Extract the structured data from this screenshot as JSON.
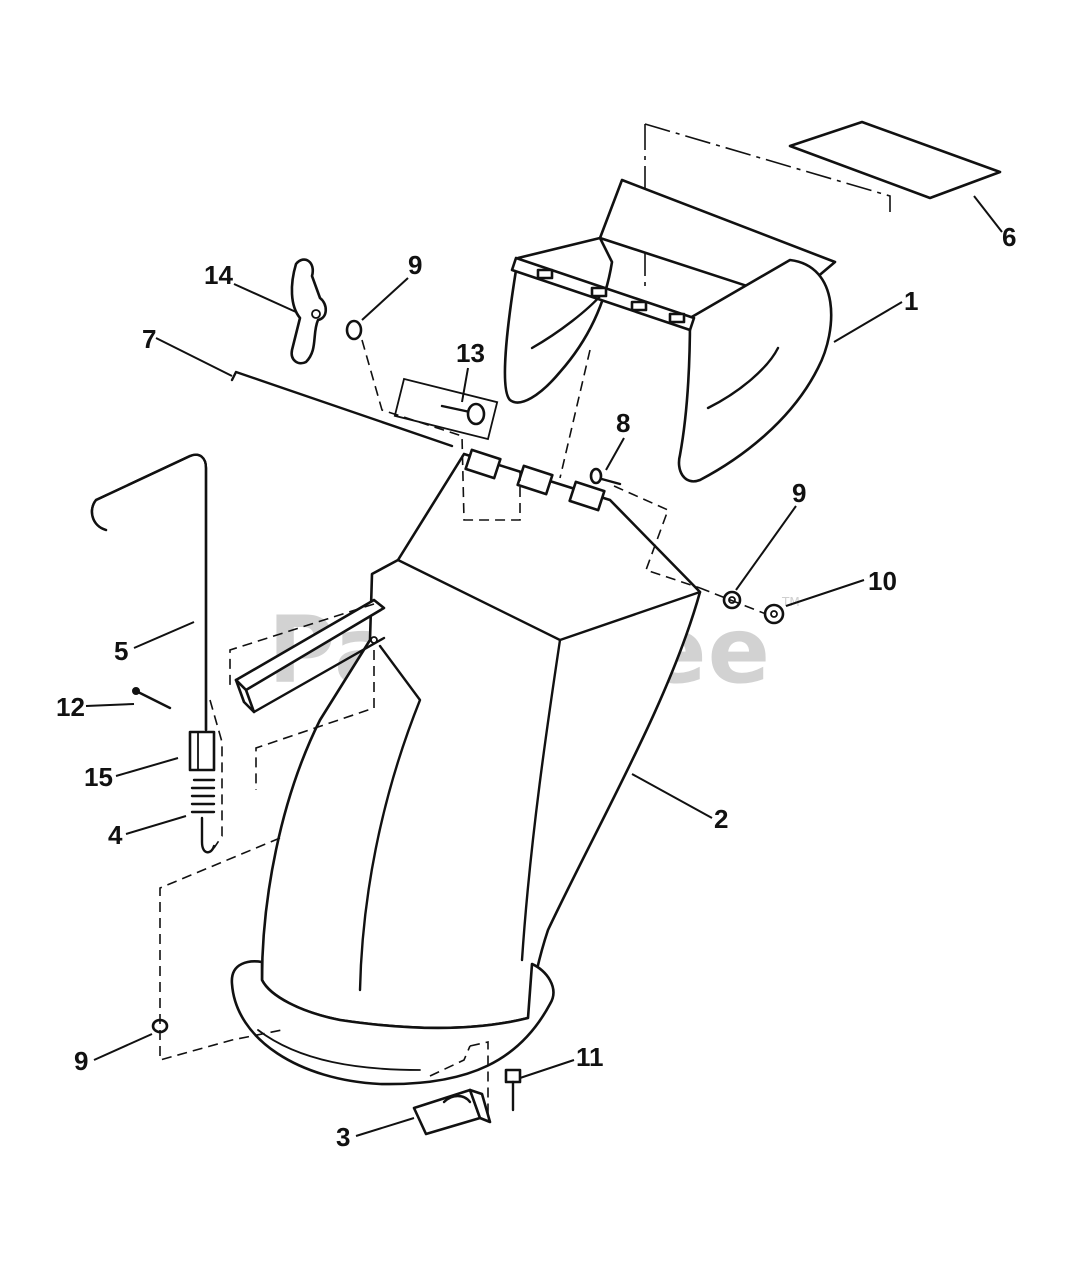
{
  "watermark": {
    "text": "PartsTree",
    "tm": "TM"
  },
  "callouts": [
    {
      "id": "1",
      "label": "1"
    },
    {
      "id": "2",
      "label": "2"
    },
    {
      "id": "3",
      "label": "3"
    },
    {
      "id": "4",
      "label": "4"
    },
    {
      "id": "5",
      "label": "5"
    },
    {
      "id": "6",
      "label": "6"
    },
    {
      "id": "7",
      "label": "7"
    },
    {
      "id": "8",
      "label": "8"
    },
    {
      "id": "9a",
      "label": "9"
    },
    {
      "id": "9b",
      "label": "9"
    },
    {
      "id": "9c",
      "label": "9"
    },
    {
      "id": "10",
      "label": "10"
    },
    {
      "id": "11",
      "label": "11"
    },
    {
      "id": "12",
      "label": "12"
    },
    {
      "id": "13",
      "label": "13"
    },
    {
      "id": "14",
      "label": "14"
    },
    {
      "id": "15",
      "label": "15"
    }
  ]
}
